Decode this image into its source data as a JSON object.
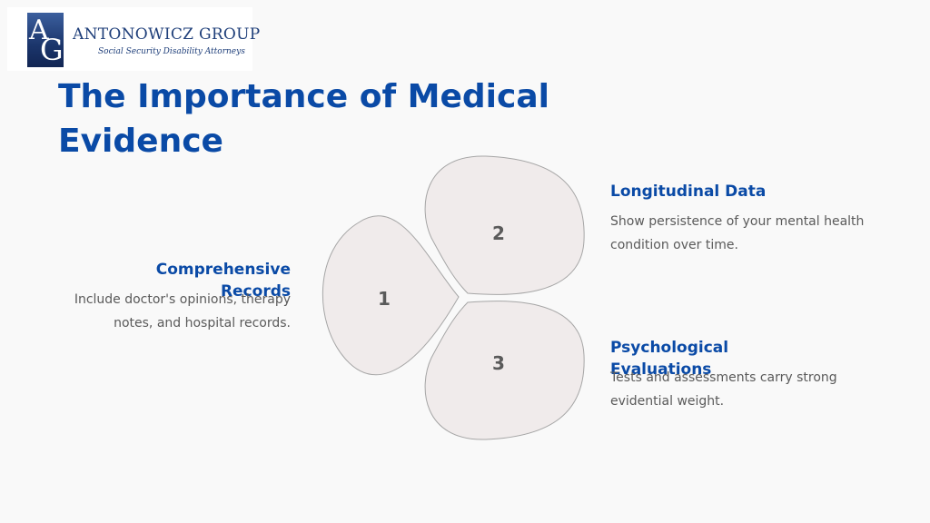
{
  "logo": {
    "monogram_a": "A",
    "monogram_g": "G",
    "name": "ANTONOWICZ GROUP",
    "tagline": "Social Security Disability Attorneys"
  },
  "title": "The Importance of Medical Evidence",
  "diagram": {
    "petals": [
      {
        "number": "1",
        "heading": "Comprehensive Records",
        "text": "Include doctor's opinions, therapy notes, and hospital records."
      },
      {
        "number": "2",
        "heading": "Longitudinal Data",
        "text": "Show persistence of your mental health condition over time."
      },
      {
        "number": "3",
        "heading": "Psychological Evaluations",
        "text": "Tests and assessments carry strong evidential weight."
      }
    ]
  },
  "colors": {
    "heading": "#0a4aa6",
    "petal_fill": "#f0ebeb",
    "petal_stroke": "#a6a6a6",
    "body_text": "#5a5a5a"
  }
}
